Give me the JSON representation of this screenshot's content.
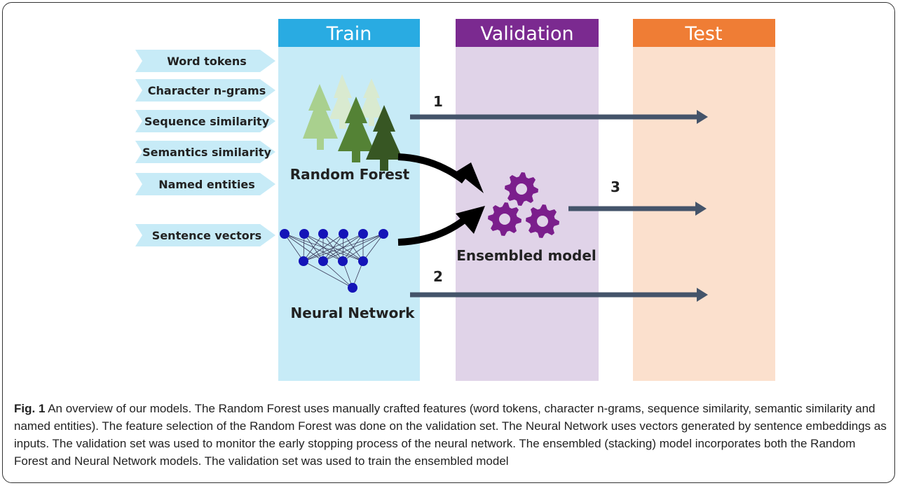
{
  "columns": {
    "train": {
      "label": "Train",
      "header_color": "#29abe2",
      "body_color": "#c7ebf7"
    },
    "validation": {
      "label": "Validation",
      "header_color": "#7b2a90",
      "body_color": "#e0d3e8"
    },
    "test": {
      "label": "Test",
      "header_color": "#ef7d35",
      "body_color": "#fbe0cd"
    }
  },
  "features": [
    "Word tokens",
    "Character n-grams",
    "Sequence similarity",
    "Semantics similarity",
    "Named entities",
    "Sentence vectors"
  ],
  "models": {
    "random_forest": "Random Forest",
    "neural_network": "Neural Network",
    "ensembled": "Ensembled model"
  },
  "arrows": {
    "one": "1",
    "two": "2",
    "three": "3"
  },
  "caption": {
    "label": "Fig. 1",
    "text": " An overview of our models. The Random Forest uses manually crafted features (word tokens, character n-grams, sequence similarity, semantic similarity and named entities). The feature selection of the Random Forest was done on the validation set. The Neural Network uses vectors generated by sentence embeddings as inputs. The validation set was used to monitor the early stopping process of the neural network. The ensembled (stacking) model incorporates both the Random Forest and Neural Network models. The validation set was used to train the ensembled model"
  },
  "colors": {
    "feature_tab": "#c7ebf7",
    "arrow": "#44546a",
    "gear": "#7b1e8c",
    "tree_light": "#a9d08e",
    "tree_pale": "#d9ead0",
    "tree_mid": "#548235",
    "tree_dark": "#375623",
    "node": "#1414b8"
  }
}
